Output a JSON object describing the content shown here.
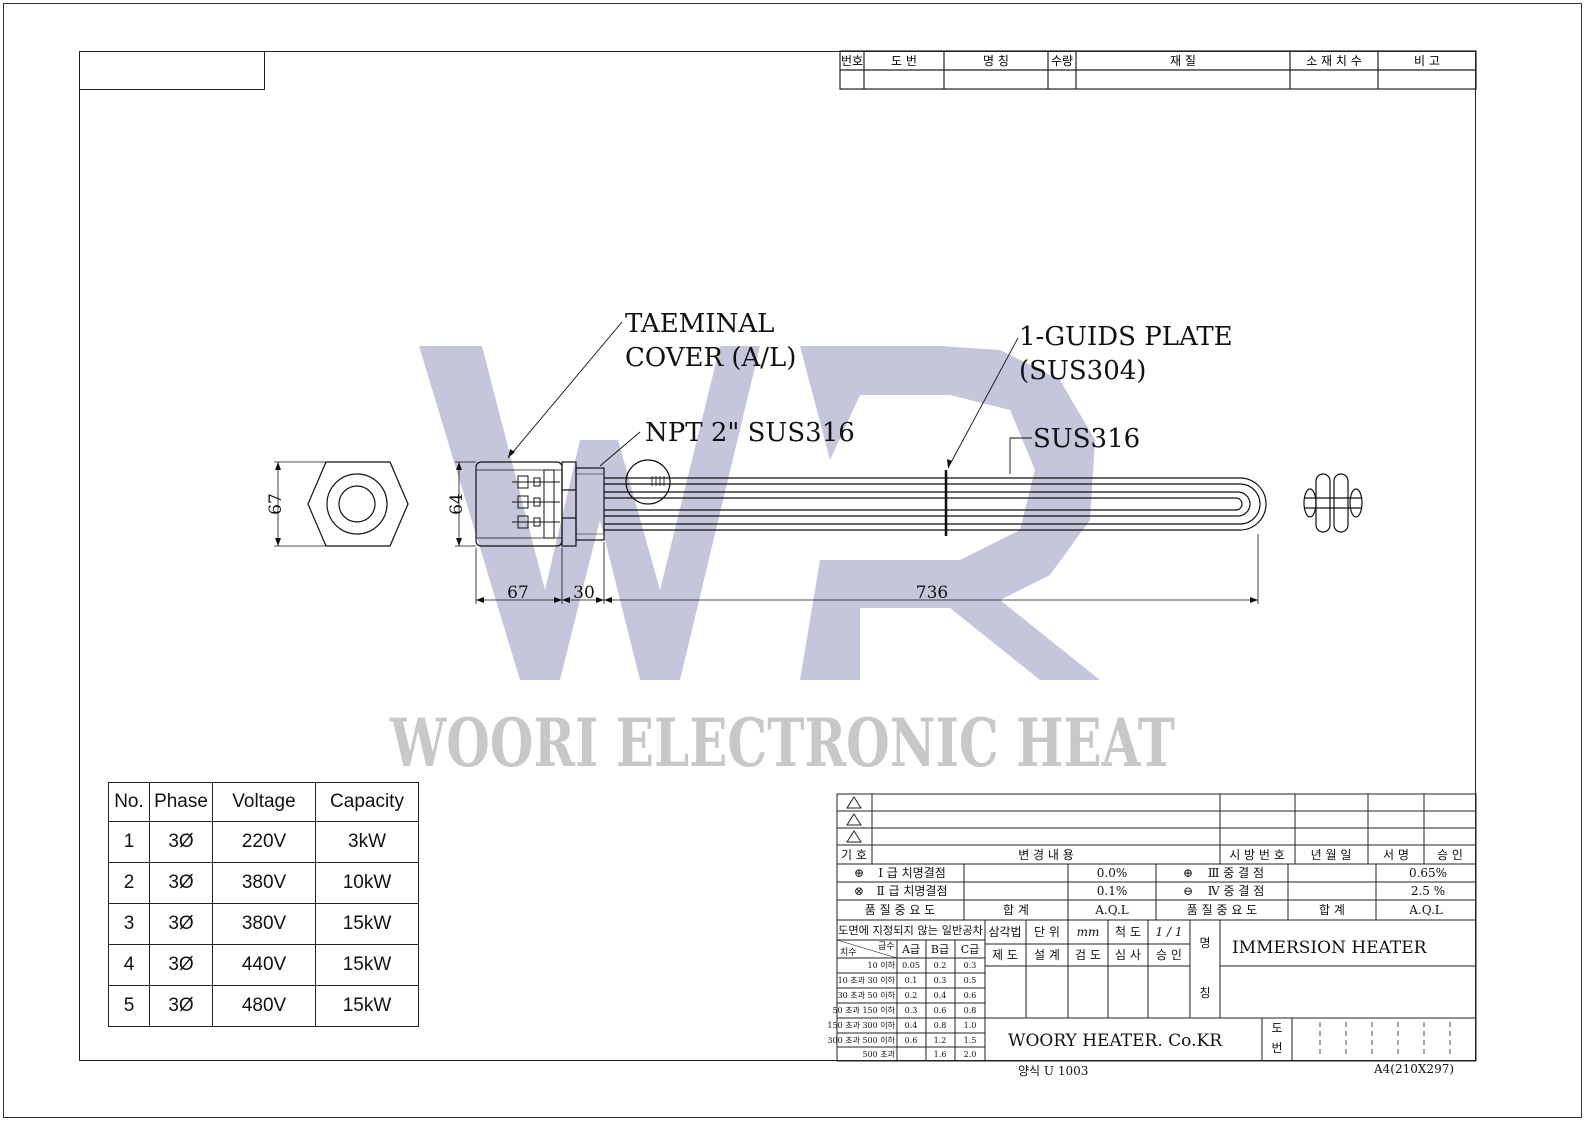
{
  "watermark": {
    "monogram": "WR",
    "company": "WOORI ELECTRONIC HEAT"
  },
  "parts_header": [
    "번호",
    "도   번",
    "명     칭",
    "수량",
    "재          질",
    "소 재 치 수",
    "비    고"
  ],
  "callouts": {
    "terminal_cover_1": "TAEMINAL",
    "terminal_cover_2": "COVER (A/L)",
    "npt": "NPT 2\" SUS316",
    "guide_plate_1": "1-GUIDS PLATE",
    "guide_plate_2": "(SUS304)",
    "sheath": "SUS316"
  },
  "dimensions": {
    "hex_height": "67",
    "housing_height": "64",
    "housing_length": "67",
    "thread_length": "30",
    "element_length": "736"
  },
  "spec_table": {
    "headers": [
      "No.",
      "Phase",
      "Voltage",
      "Capacity"
    ],
    "rows": [
      [
        "1",
        "3Ø",
        "220V",
        "3kW"
      ],
      [
        "2",
        "3Ø",
        "380V",
        "10kW"
      ],
      [
        "3",
        "3Ø",
        "380V",
        "15kW"
      ],
      [
        "4",
        "3Ø",
        "440V",
        "15kW"
      ],
      [
        "5",
        "3Ø",
        "480V",
        "15kW"
      ]
    ]
  },
  "title_block": {
    "revision_header": [
      "기 호",
      "변          경          내          용",
      "시 방 번 호",
      "년 월 일",
      "서 명",
      "승 인"
    ],
    "defects": [
      {
        "symbol": "⊕",
        "class": "Ⅰ 급 치명결점",
        "value": "0.0%"
      },
      {
        "symbol": "⊗",
        "class": "Ⅱ 급 치명결점",
        "value": "0.1%"
      }
    ],
    "defects_right": [
      {
        "symbol": "⊕",
        "class": "Ⅲ 중 결 점",
        "value": "0.65%"
      },
      {
        "symbol": "⊖",
        "class": "Ⅳ 중 결 점",
        "value": "2.5 %"
      }
    ],
    "importance_label": "품 질 중 요 도",
    "pass_label": "합      계",
    "aql": "A.Q.L",
    "tolerance_title": "도면에 지정되지 않는 일반공차",
    "tolerance_cols": [
      "급수",
      "치수",
      "A급",
      "B급",
      "C급"
    ],
    "tolerance_rows": [
      [
        "10 이하",
        "0.05",
        "0.2",
        "0.3"
      ],
      [
        "10 초과 30 이하",
        "0.1",
        "0.3",
        "0.5"
      ],
      [
        "30 초과 50 이하",
        "0.2",
        "0.4",
        "0.6"
      ],
      [
        "50 초과 150 이하",
        "0.3",
        "0.6",
        "0.8"
      ],
      [
        "150 초과 300 이하",
        "0.4",
        "0.8",
        "1.0"
      ],
      [
        "300 초과 500 이하",
        "0.6",
        "1.2",
        "1.5"
      ],
      [
        "500 초과",
        "",
        "1.6",
        "2.0"
      ]
    ],
    "method_label": "삼각법",
    "unit_label": "단  위",
    "unit_value": "mm",
    "scale_label": "척  도",
    "scale_value": "1 / 1",
    "sign_labels": [
      "제  도",
      "설  계",
      "검  도",
      "심  사",
      "승  인"
    ],
    "name_label_1": "명",
    "name_label_2": "칭",
    "part_name": "IMMERSION HEATER",
    "company": "WOORY HEATER. Co.KR",
    "drawing_no_label_1": "도",
    "drawing_no_label_2": "번",
    "form_label": "양식",
    "form_code": "U 1003",
    "paper_size": "A4(210X297)"
  }
}
